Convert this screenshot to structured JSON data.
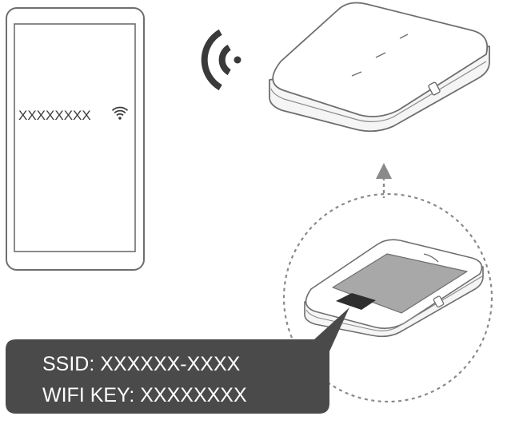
{
  "phone": {
    "network_name": "XXXXXXXX",
    "wifi_indicator_icon": "wifi-icon"
  },
  "signal_icon": "wireless-signal-icon",
  "router_label": {
    "ssid_line": "SSID: XXXXXX-XXXX",
    "wifi_key_line": "WIFI KEY: XXXXXXXX"
  },
  "colors": {
    "outline": "#6e6e6e",
    "signal": "#3a3a3a",
    "callout_bg": "#4a4a4a",
    "sticker": "#a8a8a8",
    "dashed_lines": "#8a8a8a"
  }
}
